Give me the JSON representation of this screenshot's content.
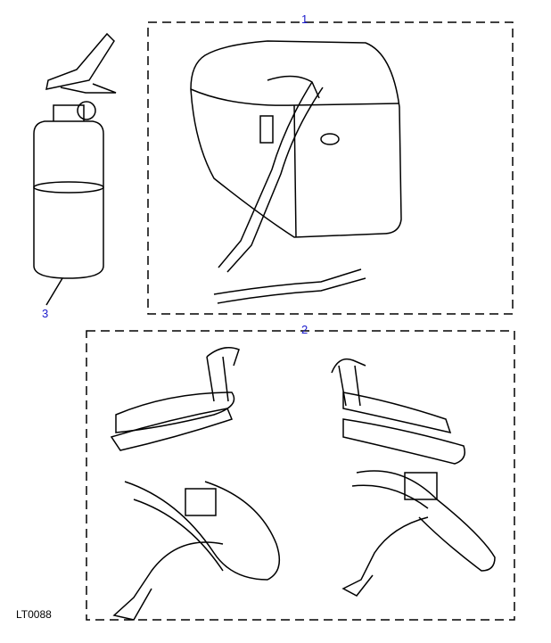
{
  "callouts": {
    "case_kit": "1",
    "ratchet_straps": "2",
    "extinguisher": "3"
  },
  "reference_code": "LT0088",
  "colors": {
    "callout": "#1a1acc",
    "line": "#000000"
  }
}
